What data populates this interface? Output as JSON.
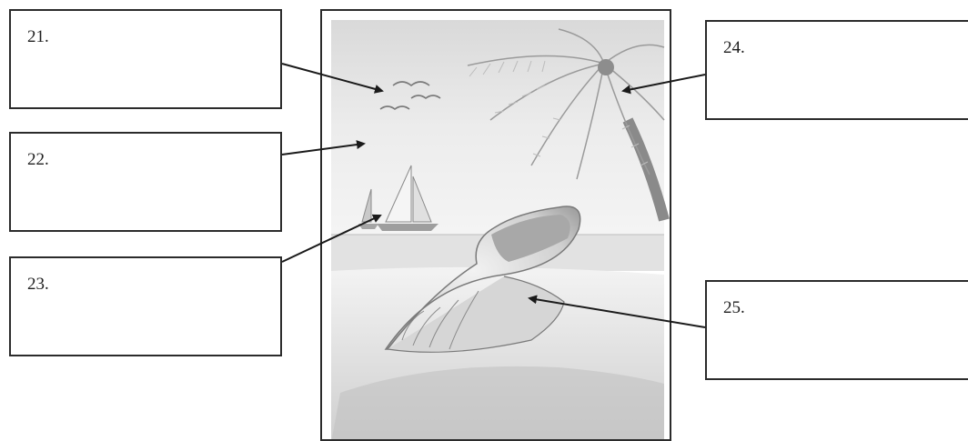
{
  "labels": {
    "box21": "21.",
    "box22": "22.",
    "box23": "23.",
    "box24": "24.",
    "box25": "25."
  },
  "colors": {
    "border": "#2b2b2b",
    "arrow": "#1a1a1a",
    "pencil_dark": "#6e6e6e",
    "pencil_light": "#c8c8c8"
  }
}
